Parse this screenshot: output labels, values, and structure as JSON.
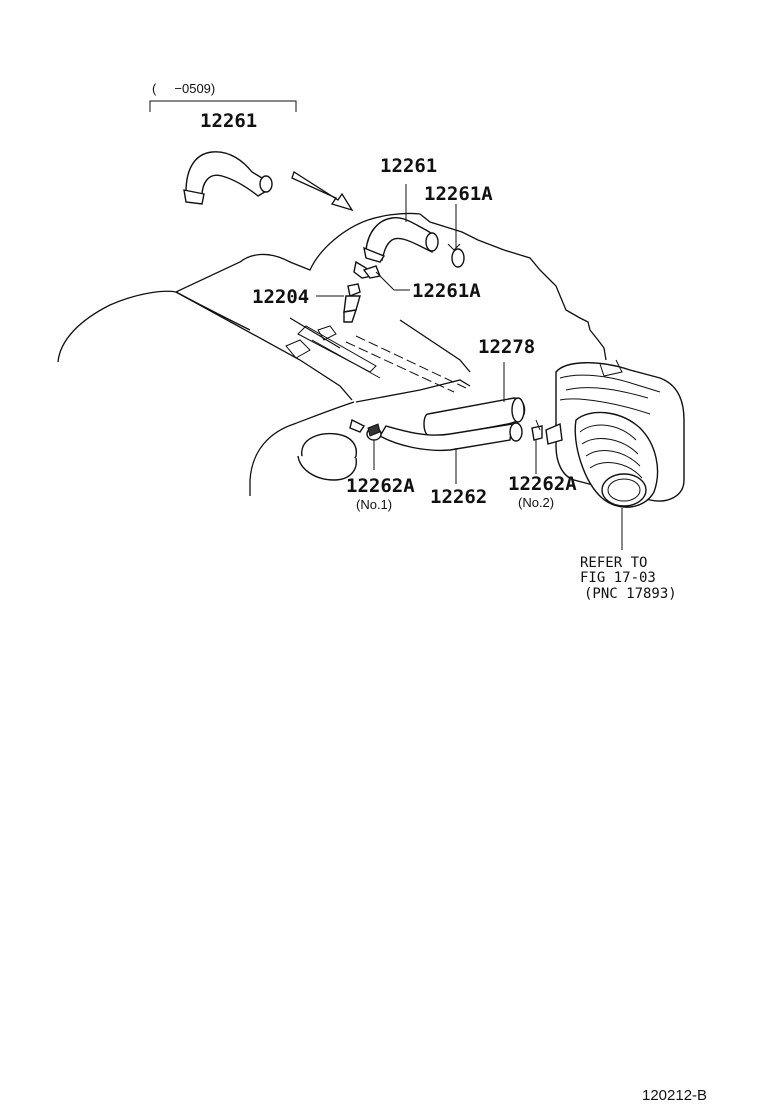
{
  "date_range": "(     −0509)",
  "labels": {
    "pn_12261_top": "12261",
    "pn_12261": "12261",
    "pn_12261A_upper": "12261A",
    "pn_12261A_lower": "12261A",
    "pn_12204": "12204",
    "pn_12278": "12278",
    "pn_12262A_no1": "12262A",
    "pn_12262": "12262",
    "pn_12262A_no2": "12262A"
  },
  "sublabels": {
    "no1": "(No.1)",
    "no2": "(No.2)"
  },
  "reference": {
    "line1": "REFER TO",
    "line2": "FIG 17-03",
    "line3": "(PNC 17893)"
  },
  "figure_code": "120212-B"
}
